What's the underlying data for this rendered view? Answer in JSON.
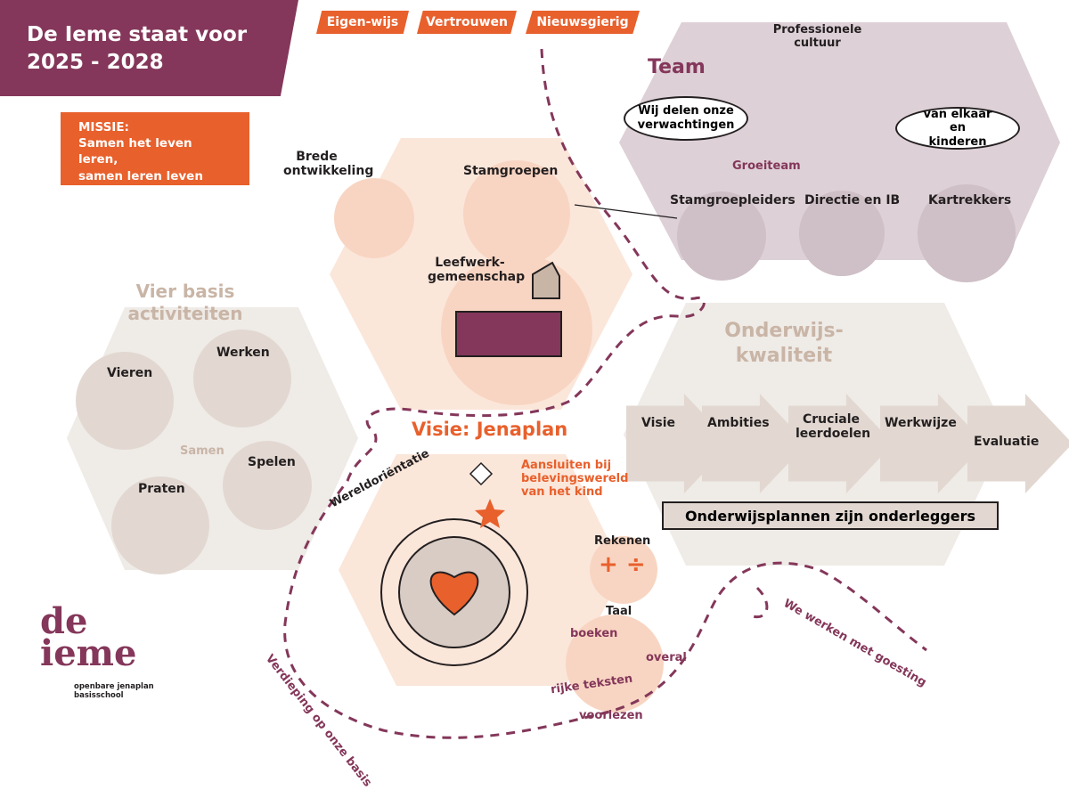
{
  "header": {
    "title_line1": "De Ieme staat voor",
    "title_line2": "2025 - 2028"
  },
  "values": [
    "Eigen-wijs",
    "Vertrouwen",
    "Nieuwsgierig"
  ],
  "mission": {
    "label": "MISSIE:",
    "line1": "Samen het leven leren,",
    "line2": "samen leren leven"
  },
  "team": {
    "title": "Team",
    "culture": "Professionele cultuur",
    "bubble_left": "Wij delen onze verwachtingen",
    "bubble_right": "van elkaar en kinderen",
    "group": "Groeiteam",
    "roles": [
      "Stamgroepleiders",
      "Directie en IB",
      "Kartrekkers"
    ]
  },
  "community": {
    "brede": "Brede ontwikkeling",
    "stamgroepen": "Stamgroepen",
    "leefwerk": "Leefwerk-gemeenschap"
  },
  "activities": {
    "title": "Vier basis activiteiten",
    "items": [
      "Vieren",
      "Werken",
      "Samen",
      "Spelen",
      "Praten"
    ]
  },
  "quality": {
    "title": "Onderwijs-kwaliteit",
    "steps": [
      "Visie",
      "Ambities",
      "Cruciale leerdoelen",
      "Werkwijze",
      "Evaluatie"
    ],
    "plans": "Onderwijsplannen zijn onderleggers"
  },
  "vision": {
    "title": "Visie: Jenaplan",
    "world": "Wereldoriëntatie",
    "aansluiten": "Aansluiten bij belevingswereld van het kind",
    "rekenen": "Rekenen",
    "rekenen_symbols": "+ ÷",
    "taal": "Taal",
    "taal_items": [
      "boeken",
      "overal",
      "rijke teksten",
      "voorlezen"
    ]
  },
  "path_labels": {
    "left": "Verdieping op onze basis",
    "right": "We werken met goesting"
  },
  "logo": {
    "name": "de ieme",
    "subtitle": "openbare jenaplan basisschool"
  },
  "colors": {
    "purple": "#84375a",
    "orange": "#e8602c",
    "peach": "#fbe6da",
    "mauve": "#ddd0d6",
    "beige": "#efebe7",
    "tan": "#c9b5a6"
  }
}
